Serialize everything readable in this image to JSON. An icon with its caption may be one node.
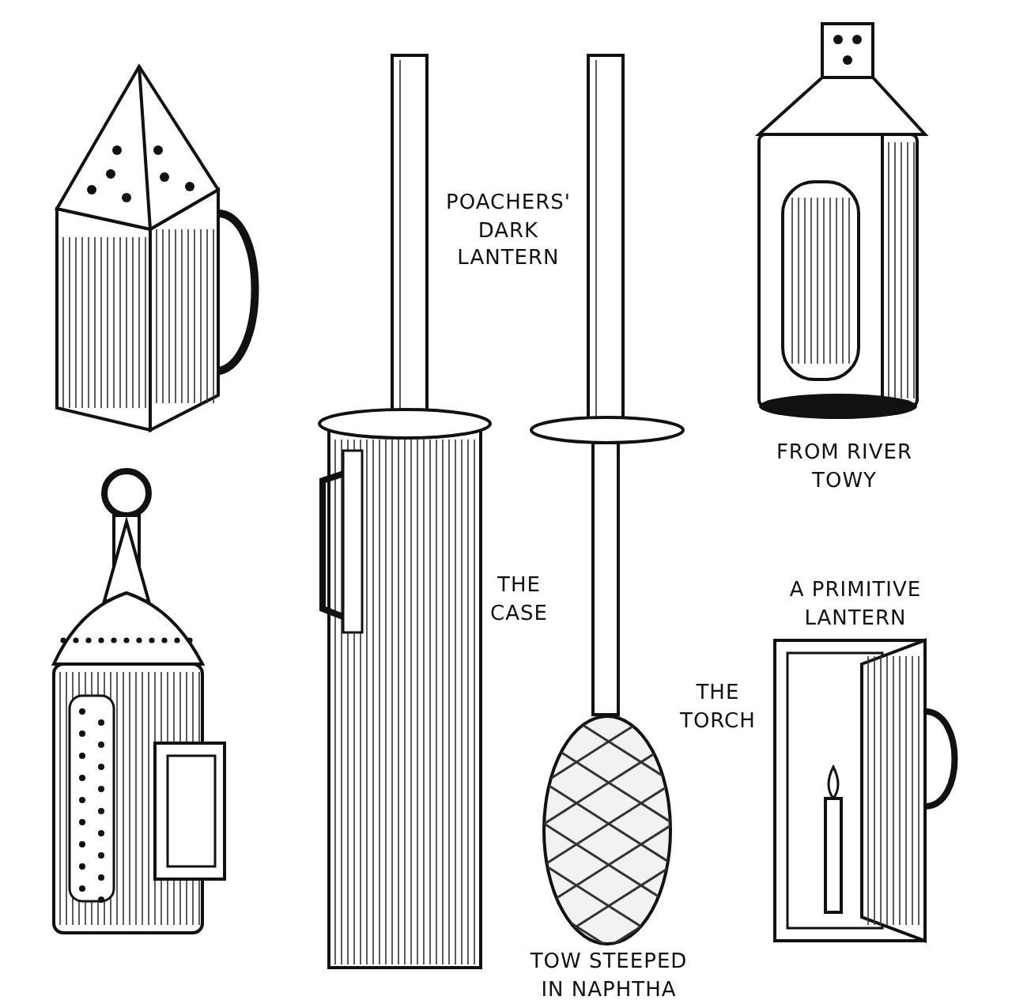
{
  "diagram": {
    "labels": [
      "POACHERS' DARK LANTERN",
      "FROM RIVER TOWY",
      "THE CASE",
      "A PRIMITIVE LANTERN",
      "THE TORCH",
      "TOW STEEPED IN NAPHTHA"
    ]
  }
}
